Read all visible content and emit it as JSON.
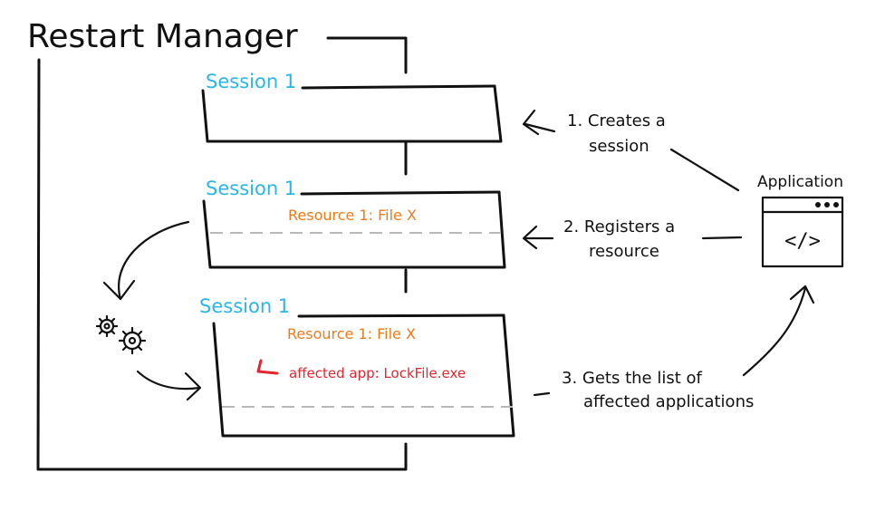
{
  "title": "Restart Manager",
  "sessions": [
    {
      "label": "Session 1"
    },
    {
      "label": "Session 1",
      "resource": "Resource 1: File X"
    },
    {
      "label": "Session 1",
      "resource": "Resource 1: File X",
      "affected": "affected app: LockFile.exe"
    }
  ],
  "steps": [
    {
      "line1": "1. Creates a",
      "line2": "session"
    },
    {
      "line1": "2. Registers a",
      "line2": "resource"
    },
    {
      "line1": "3. Gets the list of",
      "line2": "affected applications"
    }
  ],
  "application": {
    "label": "Application",
    "icon_text": "</>"
  },
  "icons": {
    "gears": "gears-icon",
    "code": "code-window-icon"
  },
  "colors": {
    "session": "#2ab6e8",
    "resource": "#f07a18",
    "affected": "#e0262f",
    "ink": "#111111"
  }
}
